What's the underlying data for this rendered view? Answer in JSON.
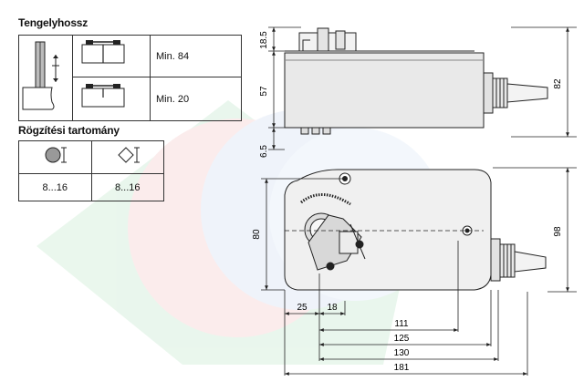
{
  "shaft_length": {
    "heading": "Tengelyhossz",
    "rows": [
      {
        "label": "Min. 84"
      },
      {
        "label": "Min. 20"
      }
    ]
  },
  "clamping_range": {
    "heading": "Rögzítési tartomány",
    "values": [
      "8...16",
      "8...16"
    ]
  },
  "dimensions": {
    "d_18_5": "18.5",
    "d_57": "57",
    "d_6_5": "6.5",
    "d_82": "82",
    "d_80": "80",
    "d_98": "98",
    "d_25": "25",
    "d_18": "18",
    "d_111": "111",
    "d_125": "125",
    "d_130": "130",
    "d_181": "181"
  },
  "colors": {
    "line": "#222222",
    "housing_fill": "#e6e6e6",
    "watermark_green": "#cfeed8",
    "watermark_red": "#f6d4d4",
    "watermark_blue": "#dbe6f4"
  }
}
